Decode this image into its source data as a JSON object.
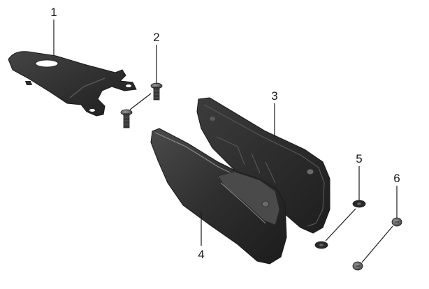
{
  "callouts": [
    {
      "id": "1",
      "label": "1"
    },
    {
      "id": "2",
      "label": "2"
    },
    {
      "id": "3",
      "label": "3"
    },
    {
      "id": "4",
      "label": "4"
    },
    {
      "id": "5",
      "label": "5"
    },
    {
      "id": "6",
      "label": "6"
    }
  ],
  "colors": {
    "part_dark": "#262626",
    "part_mid": "#3a3a3a",
    "part_light": "#5a5a5a",
    "highlight": "#8a8a8a",
    "line": "#1a1a1a"
  }
}
